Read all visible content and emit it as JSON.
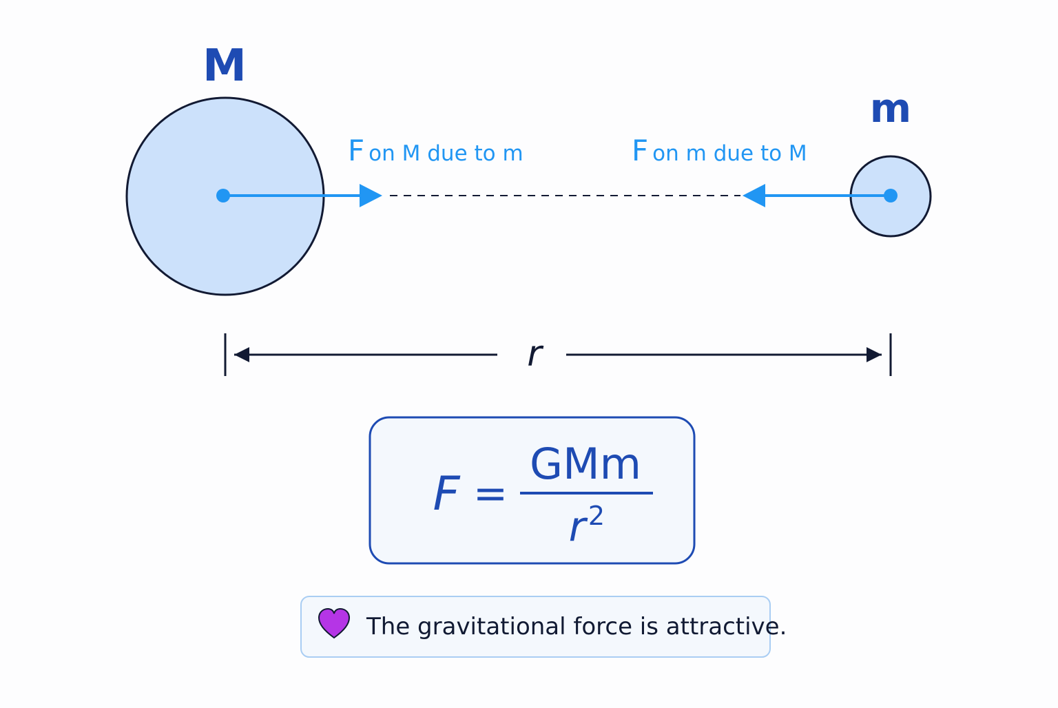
{
  "masses": {
    "large": {
      "label": "M"
    },
    "small": {
      "label": "m"
    }
  },
  "forces": {
    "on_large": {
      "symbol": "F",
      "description": "on M due to m"
    },
    "on_small": {
      "symbol": "F",
      "description": "on m due to M"
    }
  },
  "separation": {
    "label": "r"
  },
  "formula": {
    "lhs": "F",
    "equals": "=",
    "numerator": "GMm",
    "denominator_base": "r",
    "denominator_exponent": "2"
  },
  "note": {
    "icon": "heart-icon",
    "text": "The gravitational force is attractive."
  },
  "colors": {
    "mass_fill": "#cce1fb",
    "outline": "#121a33",
    "force_arrow": "#2196f3",
    "label_blue": "#1e4bb3",
    "formula_border": "#1e4bb3",
    "note_border": "#a9cdf3",
    "heart": "#b535e6"
  }
}
